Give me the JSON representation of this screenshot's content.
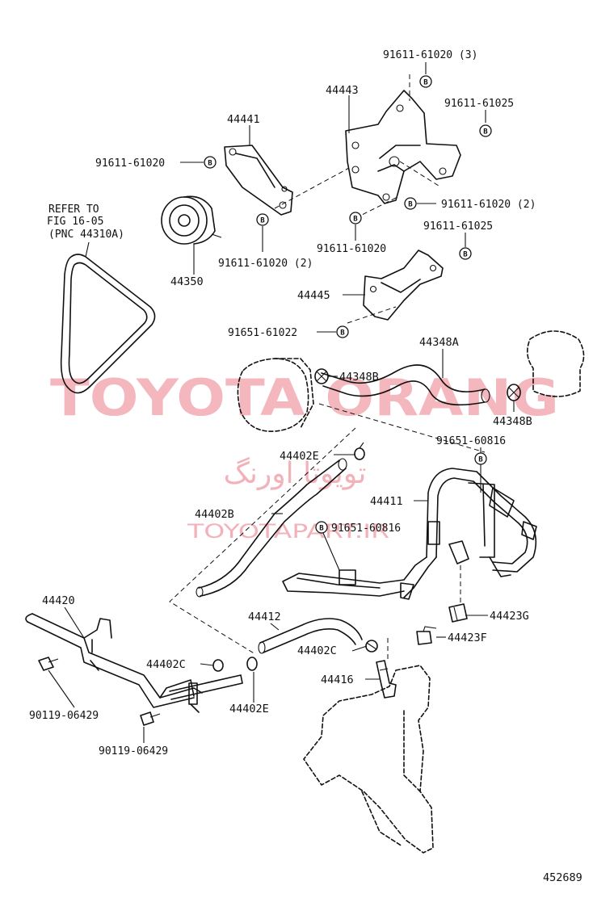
{
  "labels": {
    "p91611_61020_3": "91611-61020 (3)",
    "p44443": "44443",
    "p91611_61025_a": "91611-61025",
    "p44441": "44441",
    "p91611_61020_left": "91611-61020",
    "p91611_61020_2_right": "91611-61020 (2)",
    "refer_line1": "REFER TO",
    "refer_line2": "FIG 16-05",
    "refer_line3": "(PNC 44310A)",
    "p91611_61025_b": "91611-61025",
    "p91611_61020_mid": "91611-61020",
    "p44350": "44350",
    "p91611_61020_2_left": "91611-61020 (2)",
    "p44445": "44445",
    "p91651_61022": "91651-61022",
    "p44348A": "44348A",
    "p44348B_upper": "44348B",
    "p44348B_right": "44348B",
    "p91651_60816_top": "91651-60816",
    "p44402E_upper": "44402E",
    "p44411": "44411",
    "p44402B": "44402B",
    "p91651_60816_mid": "91651-60816",
    "p44420": "44420",
    "p44412": "44412",
    "p44423G": "44423G",
    "p44402C_mid": "44402C",
    "p44423F": "44423F",
    "p44402C_left": "44402C",
    "p44416": "44416",
    "p44402E_lower": "44402E",
    "p90119_06429_a": "90119-06429",
    "p90119_06429_b": "90119-06429",
    "diagram_number": "452689"
  },
  "bolt_symbol": "B",
  "watermark": {
    "brand": "TOYOTA ORANG",
    "persian": "تویوتا اورنگ",
    "site": "TOYOTAPART.IR",
    "color": "#f0a0a8"
  }
}
